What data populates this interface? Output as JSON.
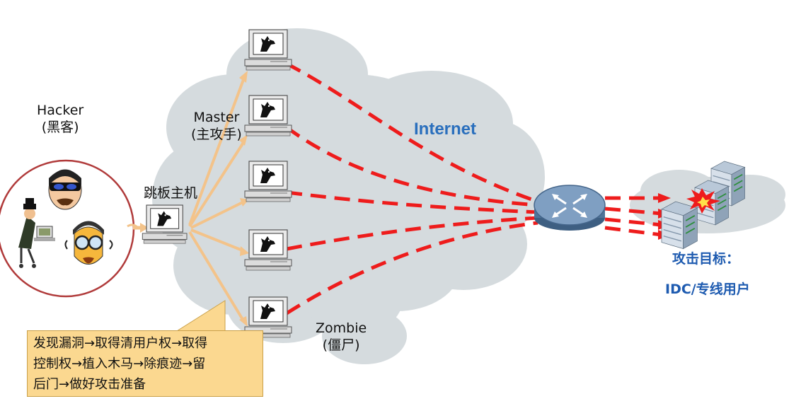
{
  "labels": {
    "hacker": "Hacker\n(黑客)",
    "master": "Master\n(主攻手)",
    "jump_host": "跳板主机",
    "internet": "Internet",
    "zombie": "Zombie\n(僵尸)",
    "target": "攻击目标：",
    "target_sub": "IDC/专线用户"
  },
  "steps_box": "发现漏洞→取得清用户权→取得\n控制权→植入木马→除痕迹→留\n后门→做好攻击准备",
  "colors": {
    "cloud": "#d5dbde",
    "attack_line": "#ee1c1c",
    "command_arrow": "#f3c38a",
    "internet_text": "#2a6fbd",
    "target_text": "#1e5bb0",
    "steps_box_fill": "#fbd890",
    "hacker_circle": "#b03a3a"
  },
  "icons": [
    "hacker-face-icon",
    "seated-hacker-icon",
    "spectacles-face-icon",
    "horse-computer-icon",
    "router-icon",
    "server-rack-icon",
    "explosion-icon"
  ]
}
